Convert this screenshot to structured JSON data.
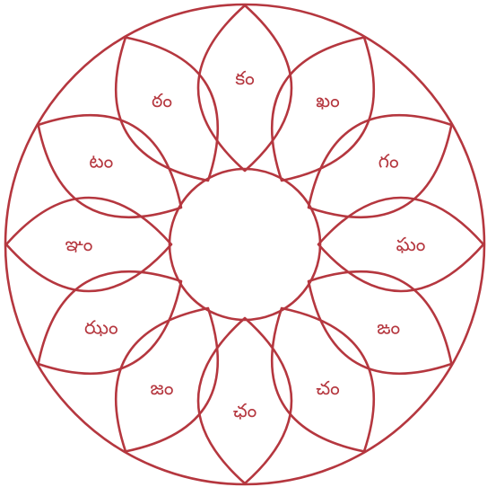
{
  "diagram": {
    "petal_labels": [
      "కం",
      "ఖం",
      "గం",
      "ఘం",
      "ఙం",
      "చం",
      "ఛం",
      "జం",
      "ఝం",
      "ఞం",
      "టం",
      "ఠం"
    ],
    "ink_color": "#b5373f",
    "background": "#ffffff"
  }
}
